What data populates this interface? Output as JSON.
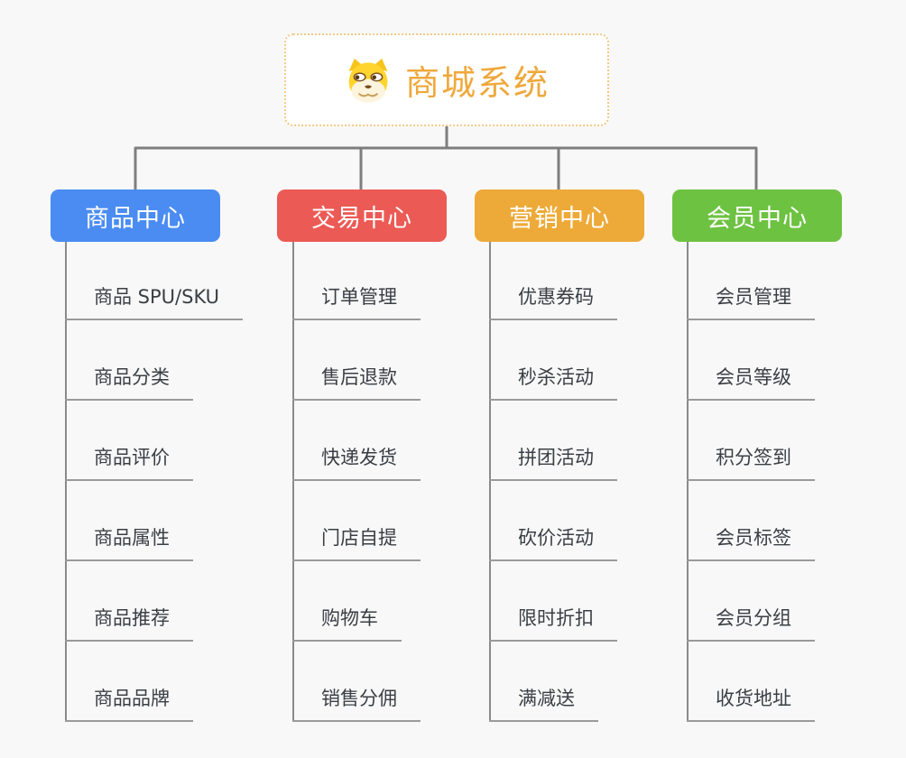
{
  "root": {
    "title": "商城系统",
    "icon": "dog-face-icon",
    "text_color": "#efa83c",
    "border_color": "#f3c987",
    "background": "#ffffff"
  },
  "connectors": {
    "color": "#7e7e7e",
    "underline_color": "#9a9a9a"
  },
  "branches": [
    {
      "label": "商品中心",
      "color": "#4a8cf2",
      "children": [
        "商品 SPU/SKU",
        "商品分类",
        "商品评价",
        "商品属性",
        "商品推荐",
        "商品品牌"
      ]
    },
    {
      "label": "交易中心",
      "color": "#ec5a55",
      "children": [
        "订单管理",
        "售后退款",
        "快递发货",
        "门店自提",
        "购物车",
        "销售分佣"
      ]
    },
    {
      "label": "营销中心",
      "color": "#edaa38",
      "children": [
        "优惠券码",
        "秒杀活动",
        "拼团活动",
        "砍价活动",
        "限时折扣",
        "满减送"
      ]
    },
    {
      "label": "会员中心",
      "color": "#6ec242",
      "children": [
        "会员管理",
        "会员等级",
        "积分签到",
        "会员标签",
        "会员分组",
        "收货地址"
      ]
    }
  ]
}
